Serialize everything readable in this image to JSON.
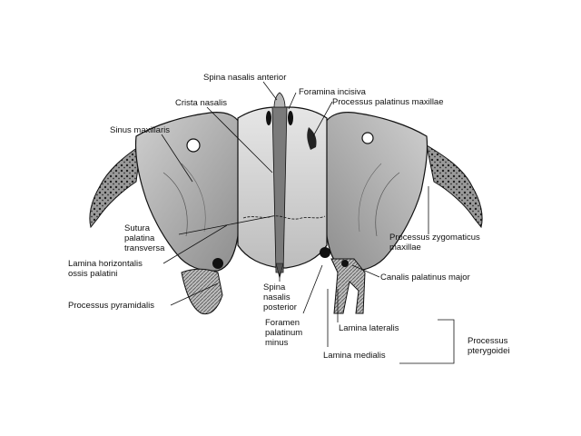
{
  "labels": {
    "spina_nasalis_anterior": "Spina nasalis anterior",
    "foramina_incisiva": "Foramina incisiva",
    "crista_nasalis": "Crista nasalis",
    "processus_palatinus_maxillae": "Processus palatinus maxillae",
    "sinus_maxillaris": "Sinus maxillaris",
    "sutura_palatina_transversa": [
      "Sutura",
      "palatina",
      "transversa"
    ],
    "processus_zygomaticus_maxillae": [
      "Processus zygomaticus",
      "maxillae"
    ],
    "lamina_horizontalis": [
      "Lamina horizontalis",
      "ossis palatini"
    ],
    "canalis_palatinus_major": "Canalis palatinus major",
    "spina_nasalis_posterior": [
      "Spina",
      "nasalis",
      "posterior"
    ],
    "processus_pyramidalis": "Processus pyramidalis",
    "foramen_palatinum_minus": [
      "Foramen",
      "palatinum",
      "minus"
    ],
    "lamina_lateralis": "Lamina lateralis",
    "lamina_medialis": "Lamina medialis",
    "processus_pterygoidei": [
      "Processus",
      "pterygoidei"
    ]
  },
  "colors": {
    "bone_fill": "#d9d9d9",
    "bone_shade": "#8a8a8a",
    "outline": "#111111",
    "leader": "#111111"
  }
}
